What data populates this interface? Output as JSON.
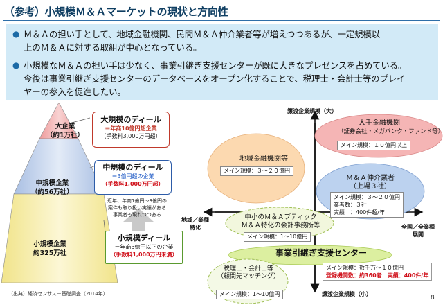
{
  "title": "（参考）小規模Ｍ＆Ａマーケットの現状と方向性",
  "bullets": [
    {
      "lines": [
        "Ｍ＆Ａの担い手として、地域金融機関、民間Ｍ＆Ａ仲介業者等が増えつつあるが、一定規模以",
        "上のＭ＆Ａに対する取組が中心となっている。"
      ]
    },
    {
      "lines": [
        "小規模なＭ＆Ａの担い手は少なく、事業引継ぎ支援センターが既に大きなプレゼンスを占めている。",
        "今後は事業引継ぎ支援センターのデータベースをオープン化することで、税理士・会計士等のプレイ",
        "ヤーの参入を促進したい。"
      ]
    }
  ],
  "pyramid": {
    "tiers": [
      {
        "name": "大企業",
        "count": "（約1万社）",
        "color": "#f3b2b2"
      },
      {
        "name": "中規模企業",
        "count": "（約56万社）",
        "color": "#c9d7ec"
      },
      {
        "name": "小規模企業",
        "count": "約325万社",
        "color": "#f8f1b5"
      }
    ],
    "callouts": {
      "large": {
        "head": "大規模のディール",
        "line1": "＝年商10億円超企業",
        "line2": "（手数料3,000万円超）"
      },
      "medium": {
        "head": "中規模のディール",
        "line1": "＝3億円超の企業",
        "line2": "（手数料1,000万円超）"
      },
      "note": {
        "lines": [
          "近年、年商1億円～3億円の",
          "案件も取り扱い実績がある",
          "事業者も現れつつある"
        ]
      },
      "small": {
        "head": "小規模ディール",
        "line1": "＝年商3億円以下の企業",
        "line2": "（手数料1,000万円未満）"
      }
    }
  },
  "source": "（出典）経済センサス－基礎調査（2014年）",
  "page_number": "8",
  "quadrant": {
    "axis_top": "譲渡企業規模（大）",
    "axis_bottom": "譲渡企業規模（小）",
    "axis_left": "地域／業種\n特化",
    "axis_right": "全国／全業種\n展開",
    "players": {
      "big_financial": {
        "name": "大手金融機関",
        "sub": "（証券会社・メガバンク・ファンド等）",
        "scale": "メイン規模：１０億円以上"
      },
      "regional": {
        "name": "地域金融機関等",
        "scale": "メイン規模：３～２０億円"
      },
      "intermediary": {
        "name": "Ｍ＆Ａ仲介業者",
        "sub": "（上場３社）",
        "scale": "メイン規模：３～２０億円",
        "firms": "業者数：３社",
        "record": "実績　：400件超/年"
      },
      "boutique": {
        "name": "中小のＭ＆Ａブティック",
        "sub": "Ｍ＆Ａ特化の会計事務所等",
        "scale": "メイン規模：1～10億円"
      },
      "center": {
        "name": "事業引継ぎ支援センター",
        "scale": "メイン規模：数千万～１０億円",
        "registered": "登録機関数：約360者",
        "record": "実績：400件/年"
      },
      "tax": {
        "name": "税理士・会計士等",
        "sub": "（顧問先マッチング）",
        "scale": "メイン規模：1～10億円"
      }
    }
  },
  "colors": {
    "title": "#0f3e62",
    "bullet_bg": "#d2eaf7",
    "red": "#d0101a",
    "big_financial": "#f5b5b5",
    "regional": "#fcd9b0",
    "intermediary": "#bcd2ef",
    "center": "#dcefa0"
  }
}
